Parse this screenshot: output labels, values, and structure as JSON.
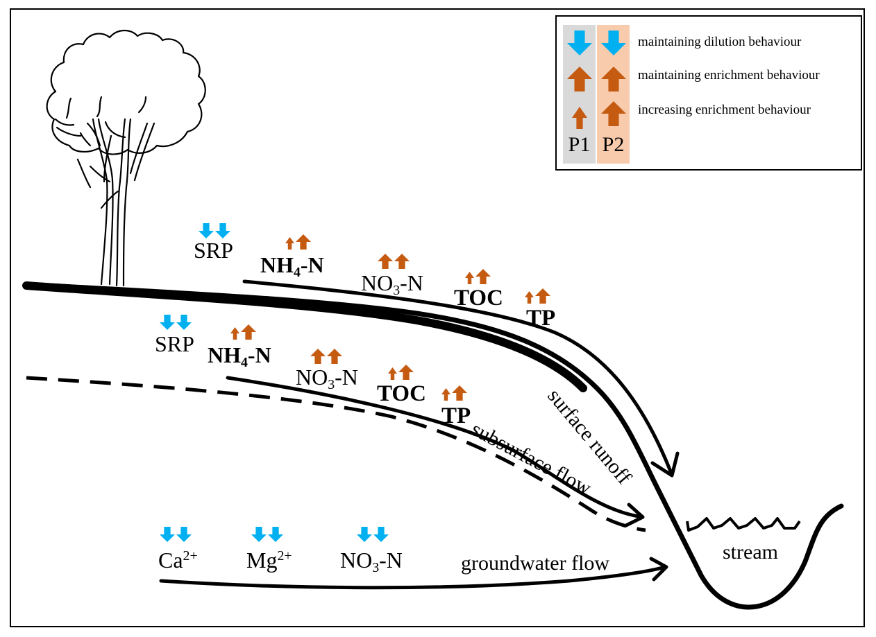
{
  "colors": {
    "dilution_arrow": "#00b0f0",
    "enrichment_arrow": "#c55a11",
    "p1_background": "#d9d9d9",
    "p2_background": "#f8cbad",
    "line": "#000000"
  },
  "legend": {
    "rows": [
      {
        "label": "maintaining dilution behaviour",
        "p1": {
          "direction": "down",
          "size": "large"
        },
        "p2": {
          "direction": "down",
          "size": "large"
        }
      },
      {
        "label": "maintaining enrichment behaviour",
        "p1": {
          "direction": "up",
          "size": "large"
        },
        "p2": {
          "direction": "up",
          "size": "large"
        }
      },
      {
        "label": "increasing enrichment behaviour",
        "p1": {
          "direction": "up",
          "size": "small"
        },
        "p2": {
          "direction": "up",
          "size": "large"
        }
      }
    ],
    "columns": [
      "P1",
      "P2"
    ]
  },
  "flows": {
    "surface_runoff": "surface runoff",
    "subsurface_flow": "subsurface flow",
    "groundwater_flow": "groundwater flow",
    "stream": "stream"
  },
  "surface_runoff_solutes": [
    {
      "name": "SRP",
      "behaviour": "maintaining dilution"
    },
    {
      "name": "NH4-N",
      "base": "NH",
      "sub": "4",
      "tail": "-N",
      "behaviour": "increasing enrichment"
    },
    {
      "name": "NO3-N",
      "base": "NO",
      "sub": "3",
      "tail": "-N",
      "behaviour": "maintaining enrichment"
    },
    {
      "name": "TOC",
      "behaviour": "increasing enrichment"
    },
    {
      "name": "TP",
      "behaviour": "increasing enrichment"
    }
  ],
  "subsurface_flow_solutes": [
    {
      "name": "SRP",
      "behaviour": "maintaining dilution"
    },
    {
      "name": "NH4-N",
      "base": "NH",
      "sub": "4",
      "tail": "-N",
      "behaviour": "increasing enrichment"
    },
    {
      "name": "NO3-N",
      "base": "NO",
      "sub": "3",
      "tail": "-N",
      "behaviour": "maintaining enrichment"
    },
    {
      "name": "TOC",
      "behaviour": "increasing enrichment"
    },
    {
      "name": "TP",
      "behaviour": "increasing enrichment"
    }
  ],
  "groundwater_flow_solutes": [
    {
      "name": "Ca2+",
      "base": "Ca",
      "sup": "2+",
      "behaviour": "maintaining dilution"
    },
    {
      "name": "Mg2+",
      "base": "Mg",
      "sup": "2+",
      "behaviour": "maintaining dilution"
    },
    {
      "name": "NO3-N",
      "base": "NO",
      "sub": "3",
      "tail": "-N",
      "behaviour": "maintaining dilution"
    }
  ]
}
